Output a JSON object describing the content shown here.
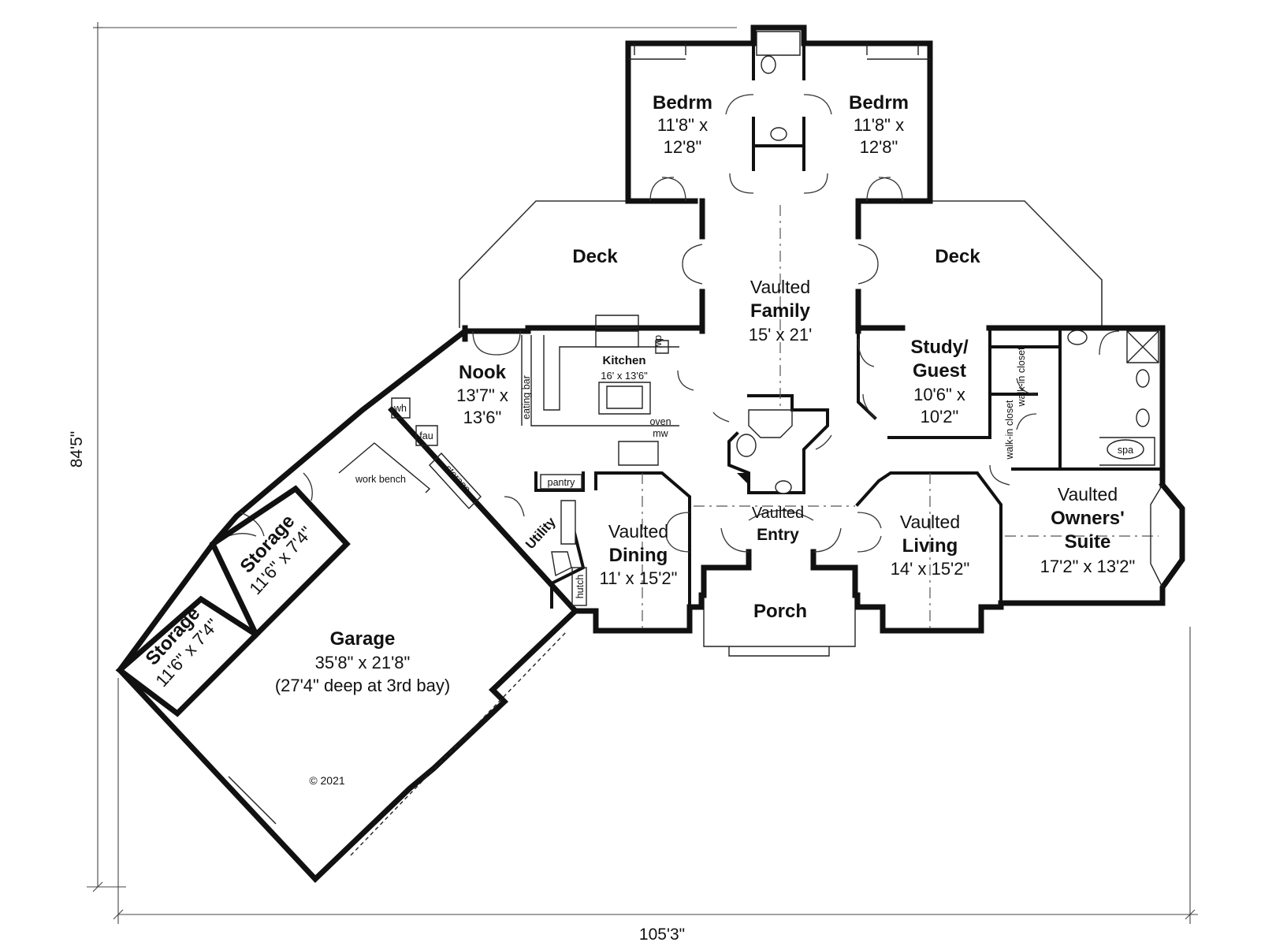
{
  "plan": {
    "overall_width": "105'3\"",
    "overall_depth": "84'5\"",
    "copyright": "© 2021",
    "rooms": {
      "bed_left": {
        "name": "Bedrm",
        "dim1": "11'8\" x",
        "dim2": "12'8\""
      },
      "bed_right": {
        "name": "Bedrm",
        "dim1": "11'8\" x",
        "dim2": "12'8\""
      },
      "deck_left": {
        "name": "Deck"
      },
      "deck_right": {
        "name": "Deck"
      },
      "family": {
        "vaulted": "Vaulted",
        "name": "Family",
        "dim": "15' x 21'"
      },
      "study": {
        "name1": "Study/",
        "name2": "Guest",
        "dim1": "10'6\" x",
        "dim2": "10'2\""
      },
      "nook": {
        "name": "Nook",
        "dim1": "13'7\" x",
        "dim2": "13'6\""
      },
      "kitchen": {
        "name": "Kitchen",
        "dim": "16' x 13'6\""
      },
      "dining": {
        "vaulted": "Vaulted",
        "name": "Dining",
        "dim": "11' x 15'2\""
      },
      "entry": {
        "vaulted": "Vaulted",
        "name": "Entry"
      },
      "living": {
        "vaulted": "Vaulted",
        "name": "Living",
        "dim": "14' x 15'2\""
      },
      "owners": {
        "vaulted": "Vaulted",
        "name": "Owners'",
        "name2": "Suite",
        "dim": "17'2\" x 13'2\""
      },
      "porch": {
        "name": "Porch"
      },
      "garage": {
        "name": "Garage",
        "dim": "35'8\" x 21'8\"",
        "note": "(27'4\" deep at 3rd bay)"
      },
      "storage_1": {
        "name": "Storage",
        "dim": "11'6\" x 7'4\""
      },
      "storage_2": {
        "name": "Storage",
        "dim": "11'6\" x 7'4\""
      },
      "utility": {
        "name": "Utility"
      }
    },
    "labels": {
      "eating_bar": "eating bar",
      "oven_mw_1": "oven",
      "oven_mw_2": "mw",
      "dw": "dw",
      "pantry": "pantry",
      "hutch": "hutch",
      "wh": "wh",
      "fau": "fau",
      "storage_small": "storage",
      "work_bench": "work bench",
      "walkin_1": "walk-in closet",
      "walkin_2": "walk-in closet",
      "spa": "spa"
    }
  }
}
